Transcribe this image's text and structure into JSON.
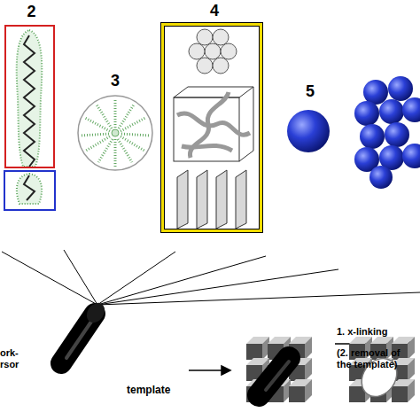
{
  "diagram": {
    "nodes": [
      {
        "text": [
          "2"
        ]
      },
      {
        "text": [
          "3"
        ]
      },
      {
        "text": [
          "4"
        ]
      },
      {
        "text": [
          "5"
        ]
      },
      {
        "text": [
          "template"
        ]
      }
    ],
    "labels": [
      "ork- rsor",
      "1. x-linking",
      "(2. removal of the template)"
    ]
  }
}
